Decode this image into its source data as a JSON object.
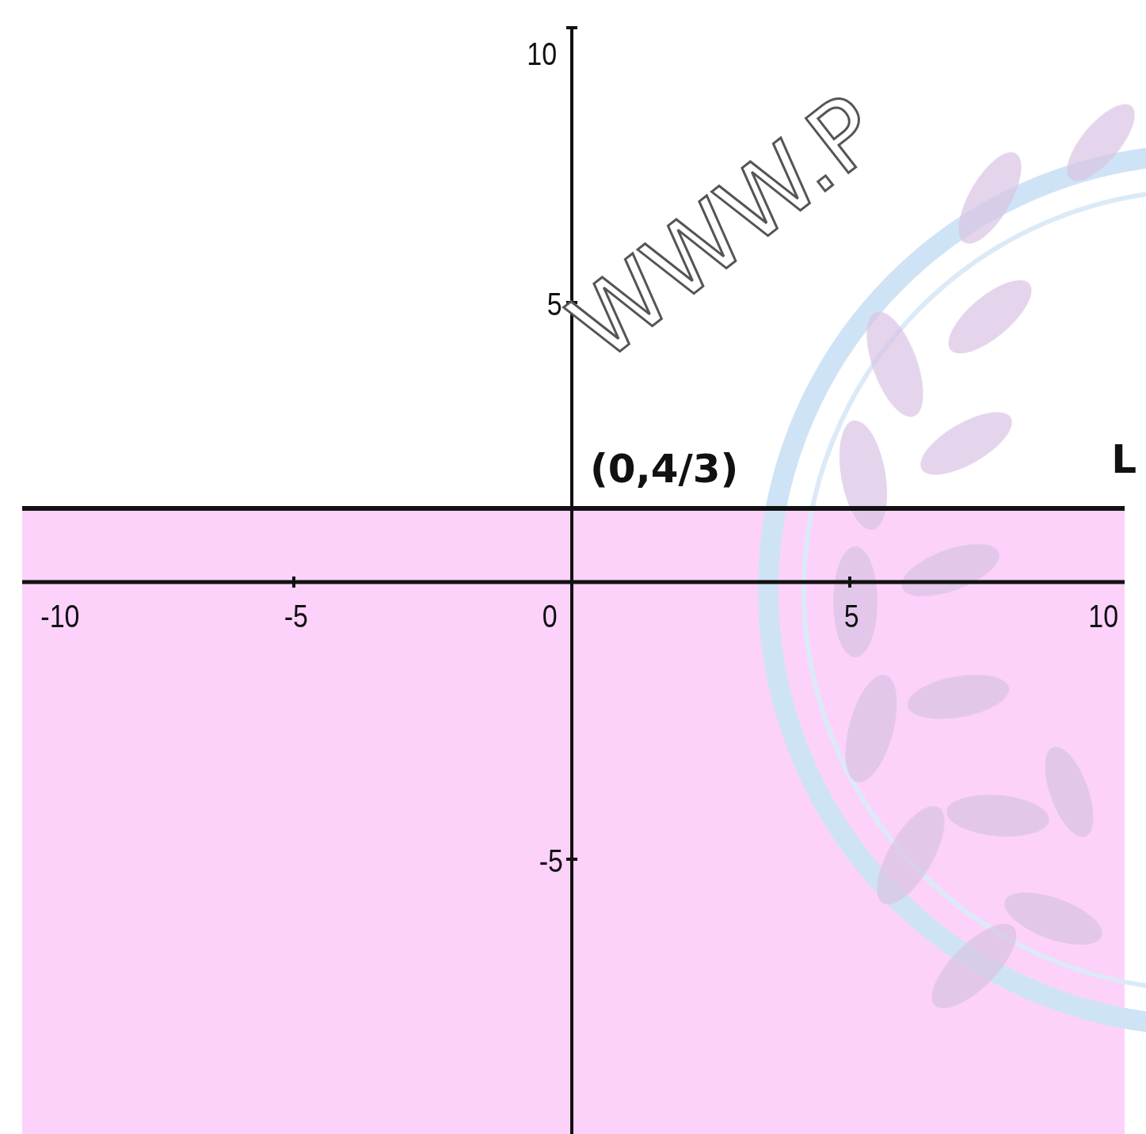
{
  "diagram": {
    "labels": [
      "10",
      "5",
      "-5",
      "-10",
      "-5",
      "0",
      "5",
      "10",
      "(0,4/3)",
      "L",
      "WWW.P"
    ]
  }
}
